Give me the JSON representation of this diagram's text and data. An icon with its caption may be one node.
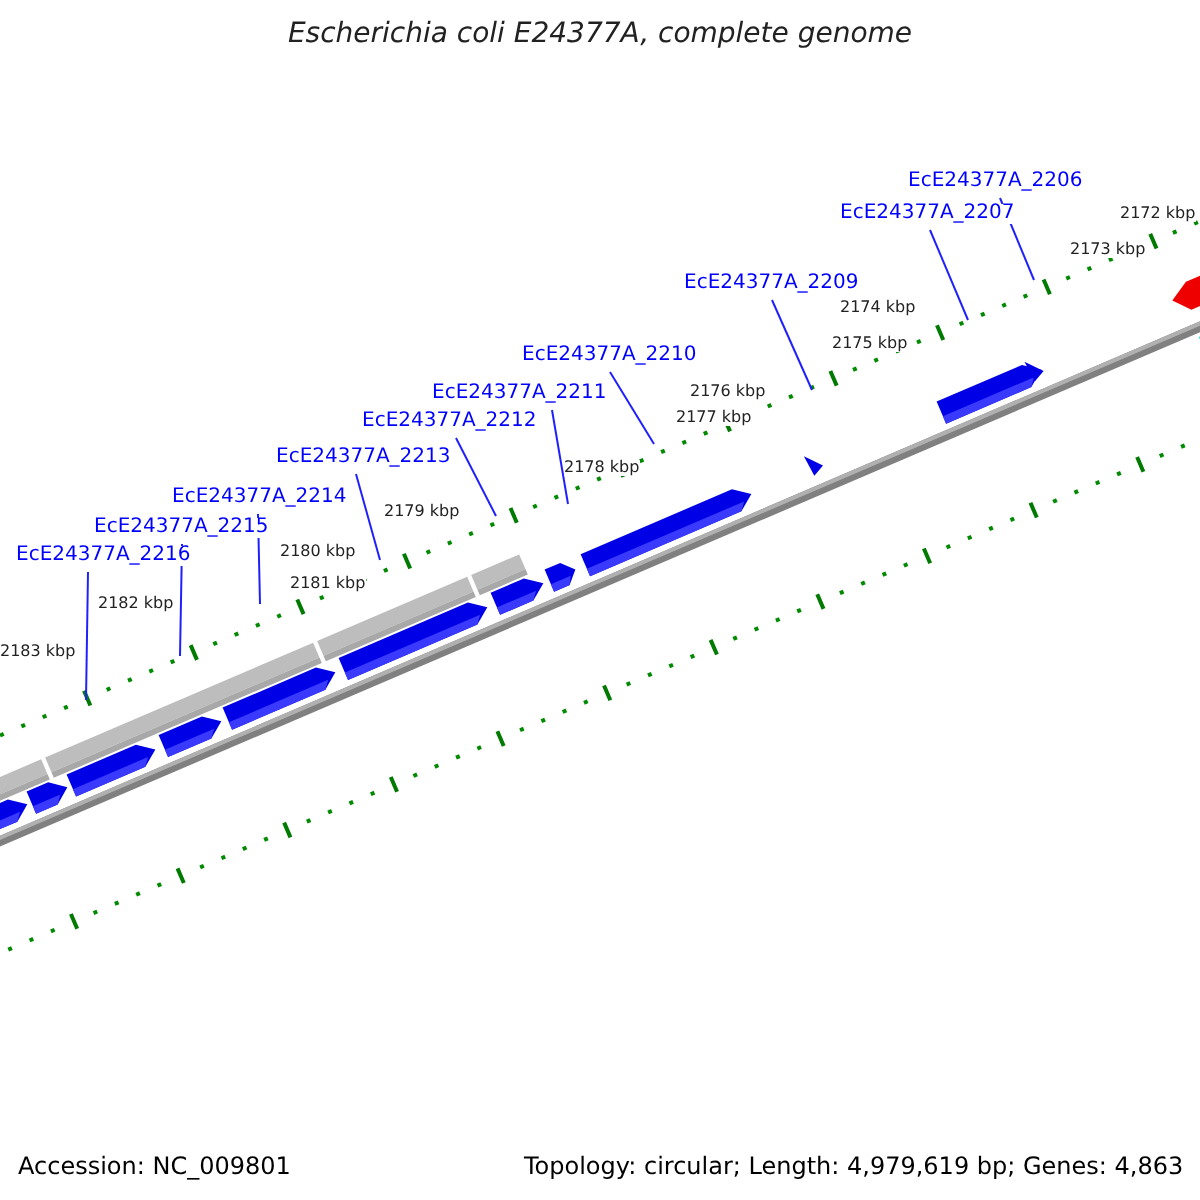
{
  "diagram": {
    "title": "Escherichia coli E24377A, complete genome",
    "nodes": [
      {
        "text": [
          "EcE24377A_2206"
        ]
      },
      {
        "text": [
          "EcE24377A_2207"
        ]
      },
      {
        "text": [
          "EcE24377A_2209"
        ]
      },
      {
        "text": [
          "EcE24377A_2210"
        ]
      },
      {
        "text": [
          "EcE24377A_2211"
        ]
      },
      {
        "text": [
          "EcE24377A_2212"
        ]
      },
      {
        "text": [
          "EcE24377A_2213"
        ]
      },
      {
        "text": [
          "EcE24377A_2214"
        ]
      },
      {
        "text": [
          "EcE24377A_2215"
        ]
      },
      {
        "text": [
          "EcE24377A_2216"
        ]
      }
    ],
    "edges": [
      {
        "from": 0,
        "to": null,
        "arrow": "none"
      },
      {
        "from": 1,
        "to": null,
        "arrow": "none"
      },
      {
        "from": 2,
        "to": null,
        "arrow": "none"
      },
      {
        "from": 3,
        "to": null,
        "arrow": "none"
      },
      {
        "from": 4,
        "to": null,
        "arrow": "none"
      },
      {
        "from": 5,
        "to": null,
        "arrow": "none"
      },
      {
        "from": 6,
        "to": null,
        "arrow": "none"
      },
      {
        "from": 7,
        "to": null,
        "arrow": "none"
      },
      {
        "from": 8,
        "to": null,
        "arrow": "none"
      },
      {
        "from": 9,
        "to": null,
        "arrow": "none"
      }
    ],
    "labels": [
      "2172 kbp",
      "2173 kbp",
      "2174 kbp",
      "2175 kbp",
      "2176 kbp",
      "2177 kbp",
      "2178 kbp",
      "2179 kbp",
      "2180 kbp",
      "2181 kbp",
      "2182 kbp",
      "2183 kbp",
      "Accession: NC_009801",
      "Topology: circular; Length: 4,979,619 bp; Genes: 4,863"
    ]
  }
}
